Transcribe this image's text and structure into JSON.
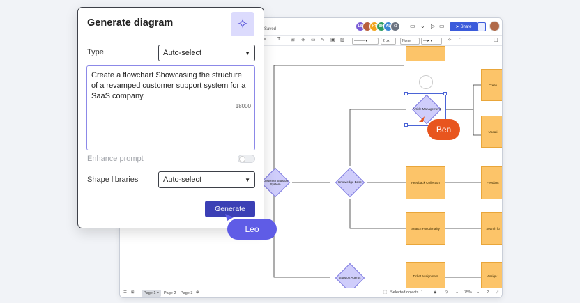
{
  "header": {
    "saved_label": "Saved",
    "share_label": "Share"
  },
  "collaborators": [
    {
      "initials": "LS",
      "color": "#7a5cd6"
    },
    {
      "initials": "",
      "color": "#b85f3d"
    },
    {
      "initials": "HT",
      "color": "#f2a31b"
    },
    {
      "initials": "BH",
      "color": "#2e9e63"
    },
    {
      "initials": "AL",
      "color": "#3a86d4"
    },
    {
      "initials": "+3",
      "color": "#6b7280"
    }
  ],
  "toolbar": {
    "font_size": "2 px",
    "line_start": "None"
  },
  "diagram": {
    "nodes": {
      "customer_support": "Customer Support System",
      "knowledge_base": "Knowledge Base",
      "support_agents": "Support Agents",
      "article_mgmt": "Article Management",
      "feedback": "Feedback Collection",
      "search": "Search Functionality",
      "ticket": "Ticket Assignment",
      "create": "Creati",
      "update": "Updati",
      "feedback2": "Feedbac",
      "search2": "Search fu",
      "assign": "Assign t"
    }
  },
  "cursors": {
    "ben": "Ben",
    "leo": "Leo"
  },
  "bottom": {
    "page1": "Page 1",
    "page2": "Page 2",
    "page3": "Page 3",
    "selected": "Selected objects",
    "selected_count": "1",
    "zoom": "75%"
  },
  "panel": {
    "title": "Generate diagram",
    "type_label": "Type",
    "type_value": "Auto-select",
    "prompt_text": "Create a flowchart Showcasing the structure of a revamped customer support system for a SaaS company.",
    "char_count": "18000",
    "enhance_label": "Enhance prompt",
    "libraries_label": "Shape libraries",
    "libraries_value": "Auto-select",
    "generate_label": "Generate"
  }
}
